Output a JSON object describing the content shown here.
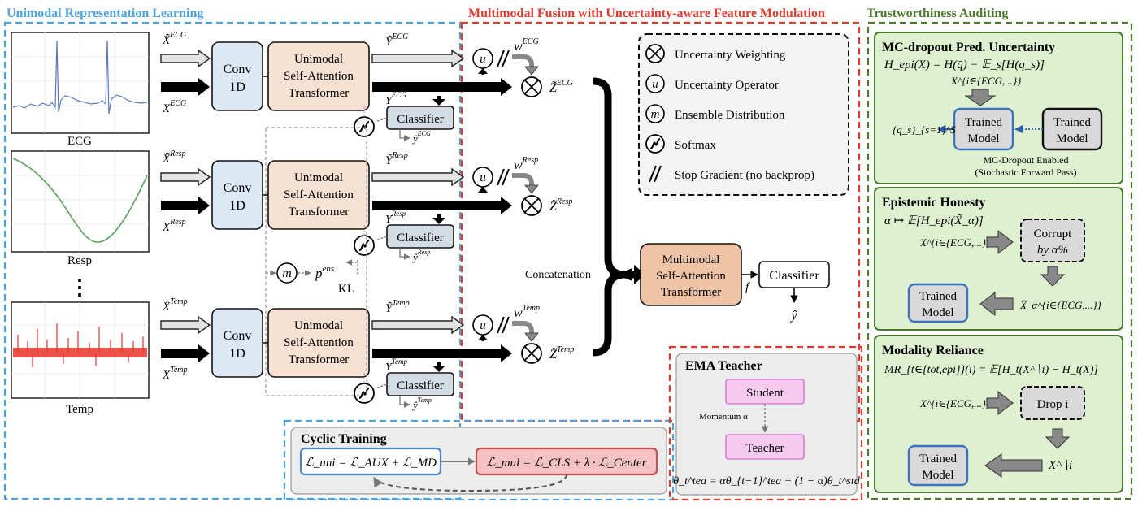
{
  "colors": {
    "blue": "#4aa3df",
    "red": "#e03a2f",
    "green": "#4a7a2c",
    "conv_fill": "#dde8f5",
    "attn_fill": "#f7e1d2",
    "fusion_fill": "#efc3a5",
    "gray_box": "#d9d9d9",
    "green_panel": "#dff0d0",
    "pink_box": "#f5c9f0"
  },
  "sections": {
    "unimodal": "Unimodal Representation Learning",
    "fusion": "Multimodal Fusion with Uncertainty-aware Feature Modulation",
    "trust": "Trustworthiness Auditing"
  },
  "modalities": [
    {
      "name": "ECG",
      "xt": "X̃",
      "x": "X",
      "sup": "ECG",
      "yt": "Ỹ",
      "y": "Y",
      "yhat": "ŷ",
      "w": "w",
      "z": "Z̃"
    },
    {
      "name": "Resp",
      "xt": "X̃",
      "x": "X",
      "sup": "Resp",
      "yt": "Ỹ",
      "y": "Y",
      "yhat": "ŷ",
      "w": "w",
      "z": "Z̃"
    },
    {
      "name": "Temp",
      "xt": "X̃",
      "x": "X",
      "sup": "Temp",
      "yt": "Ỹ",
      "y": "Y",
      "yhat": "ŷ",
      "w": "w",
      "z": "Z̃"
    }
  ],
  "vdots": "⋮",
  "blocks": {
    "conv_l1": "Conv",
    "conv_l2": "1D",
    "attn_l1": "Unimodal",
    "attn_l2": "Self-Attention",
    "attn_l3": "Transformer",
    "classifier": "Classifier"
  },
  "ensemble": {
    "m": "m",
    "p": "p",
    "p_sup": "ens",
    "kl": "KL"
  },
  "symbols": {
    "u": "u",
    "m": "m",
    "otimes": "⊗"
  },
  "legend": [
    {
      "icon": "otimes",
      "label": "Uncertainty Weighting"
    },
    {
      "icon": "u",
      "label": "Uncertainty Operator"
    },
    {
      "icon": "m",
      "label": "Ensemble Distribution"
    },
    {
      "icon": "softmax",
      "label": "Softmax"
    },
    {
      "icon": "stopgrad",
      "label": "Stop Gradient (no backprop)"
    }
  ],
  "fusion": {
    "concat": "Concatenation",
    "l1": "Multimodal",
    "l2": "Self-Attention",
    "l3": "Transformer",
    "f": "f",
    "classifier": "Classifier",
    "yhat": "ŷ"
  },
  "cyclic": {
    "title": "Cyclic Training",
    "uni": "ℒ_uni = ℒ_AUX + ℒ_MD",
    "mul": "ℒ_mul = ℒ_CLS + λ · ℒ_Center"
  },
  "ema": {
    "title": "EMA Teacher",
    "student": "Student",
    "momentum": "Momentum α",
    "teacher": "Teacher",
    "formula": "θ_t^tea = αθ_{t−1}^tea + (1 − α)θ_t^std"
  },
  "mc": {
    "title": "MC-dropout Pred. Uncertainty",
    "formula": "H_epi(X) = H(q̄) − 𝔼_s[H(q_s)]",
    "input": "X^{i∈{ECG,...}}",
    "out": "{q_s}_{s=1}^S",
    "trained_l1": "Trained",
    "trained_l2": "Model",
    "caption1": "MC-Dropout Enabled",
    "caption2": "(Stochastic Forward Pass)"
  },
  "epi": {
    "title": "Epistemic Honesty",
    "formula": "α ↦ 𝔼[H_epi(X̃_α)]",
    "input": "X^{i∈{ECG,...}}",
    "corrupt_l1": "Corrupt",
    "corrupt_l2": "by α%",
    "output": "X̃_α^{i∈{ECG,...}}",
    "trained_l1": "Trained",
    "trained_l2": "Model"
  },
  "mr": {
    "title": "Modality Reliance",
    "formula": "MR_{t∈{tot,epi}}(i) = 𝔼[H_t(X^∖i) − H_t(X)]",
    "input": "X^{i∈{ECG,...}}",
    "drop": "Drop i",
    "output": "X^∖i",
    "trained_l1": "Trained",
    "trained_l2": "Model"
  }
}
